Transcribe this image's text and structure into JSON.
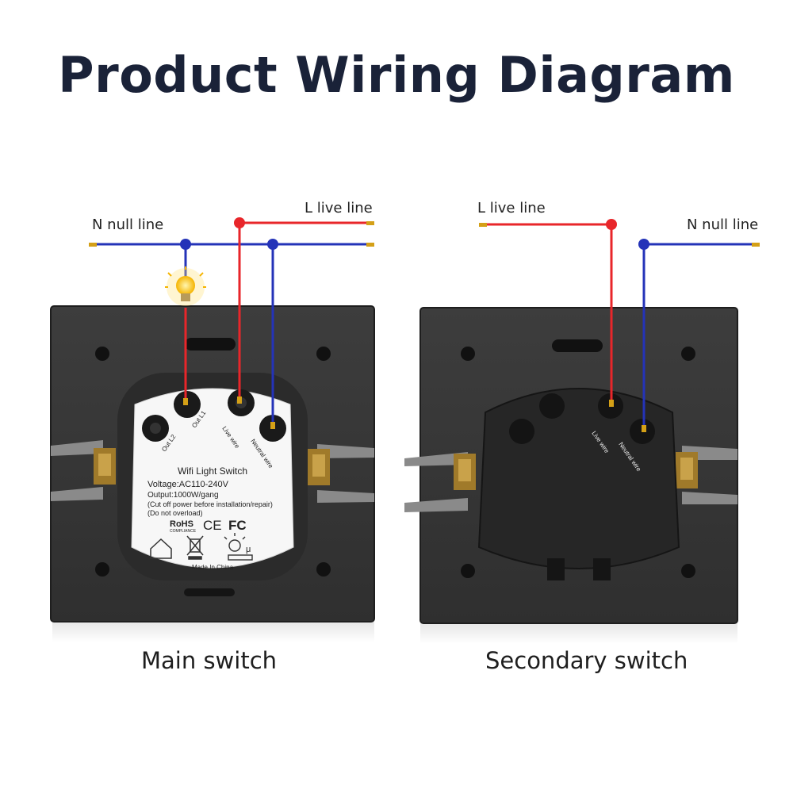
{
  "title": "Product Wiring Diagram",
  "main": {
    "caption": "Main switch",
    "n_line_label": "N null line",
    "l_line_label": "L live line",
    "terminals": {
      "out_l2": "Out L2",
      "out_l1": "Out L1",
      "live": "Live wire",
      "neutral": "Neutral wire"
    },
    "sticker": {
      "heading": "Wifi Light  Switch",
      "voltage": "Voltage:AC110-240V",
      "output": "Output:1000W/gang",
      "warning": "(Cut off power before installation/repair)",
      "overload": "(Do not overload)",
      "rohs": "RoHS",
      "compliance": "COMPLIANCE",
      "ce": "CE",
      "fc": "FC",
      "made_in": "Made In China"
    }
  },
  "secondary": {
    "caption": "Secondary switch",
    "l_line_label": "L live line",
    "n_line_label": "N null line",
    "terminals": {
      "live": "Live wire",
      "neutral": "Neutral wire"
    }
  },
  "colors": {
    "live": "#e8262a",
    "neutral": "#2433b8",
    "title": "#1a2238",
    "panel": "#3a3a3a"
  }
}
